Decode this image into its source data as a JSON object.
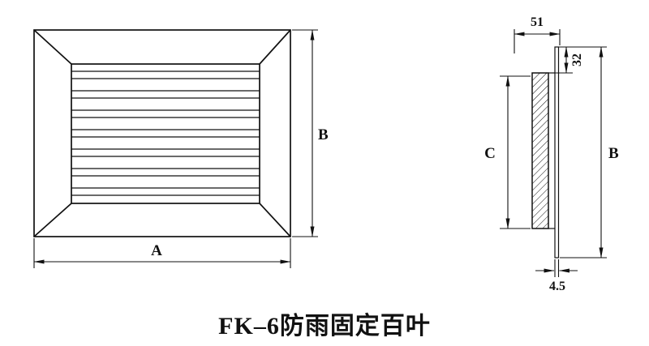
{
  "title": "FK–6防雨固定百叶",
  "front_view": {
    "width_label": "A",
    "height_label": "B"
  },
  "side_view": {
    "depth_label": "51",
    "flange_offset_label": "32",
    "frame_height_label": "C",
    "overall_height_label": "B",
    "flange_thickness_label": "4.5"
  },
  "colors": {
    "line": "#111111",
    "background": "#ffffff"
  }
}
